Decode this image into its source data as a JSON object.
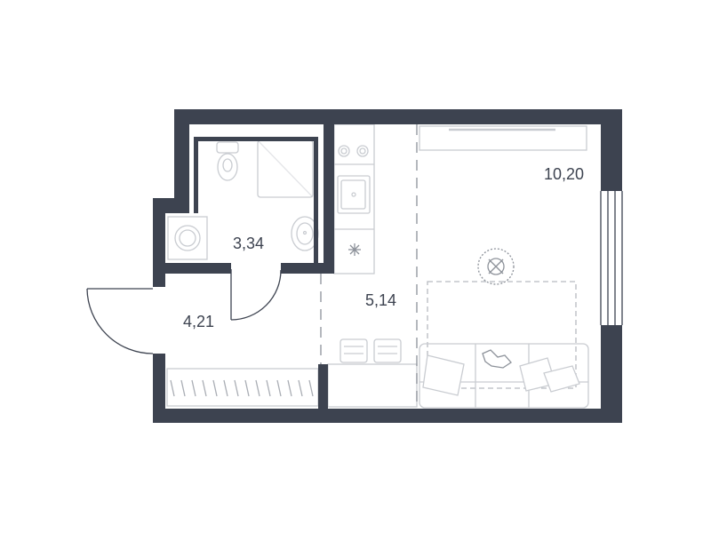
{
  "plan": {
    "colors": {
      "wall": "#3d4350",
      "line": "#c9ccd1",
      "dash": "#8d929a",
      "label": "#3d4350",
      "background": "#ffffff"
    },
    "rooms": [
      {
        "id": "living",
        "area": "10,20"
      },
      {
        "id": "bathroom",
        "area": "3,34"
      },
      {
        "id": "kitchen",
        "area": "5,14"
      },
      {
        "id": "hallway",
        "area": "4,21"
      }
    ]
  }
}
